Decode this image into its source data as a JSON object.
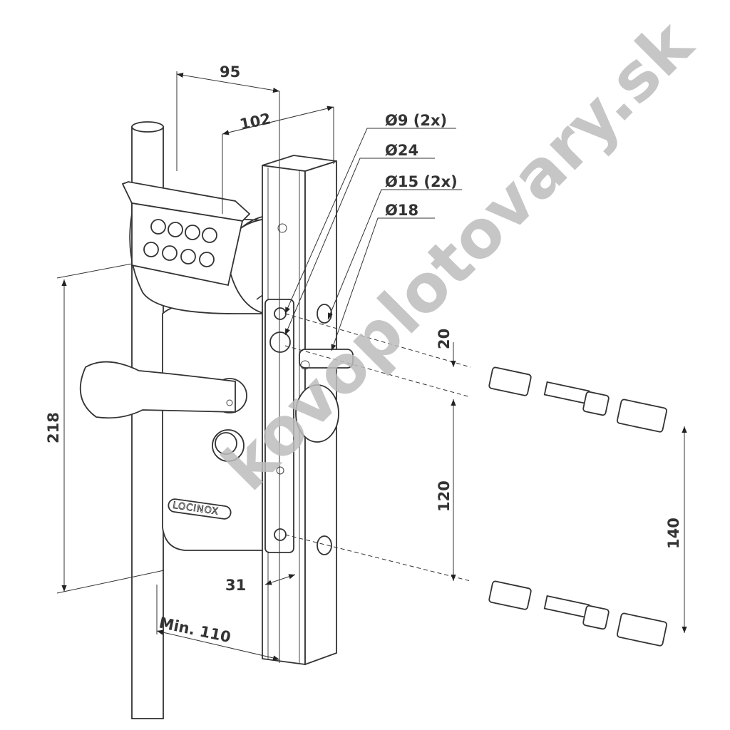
{
  "dimensions": {
    "width_95": "95",
    "width_102": "102",
    "hole_9": "Ø9 (2x)",
    "hole_24": "Ø24",
    "hole_15": "Ø15 (2x)",
    "hole_18": "Ø18",
    "offset_20": "20",
    "spacing_120": "120",
    "spacing_140": "140",
    "height_218": "218",
    "depth_31": "31",
    "min_110": "Min. 110"
  },
  "brand": "LOCINOX",
  "watermark": "kovoplotovary.sk"
}
